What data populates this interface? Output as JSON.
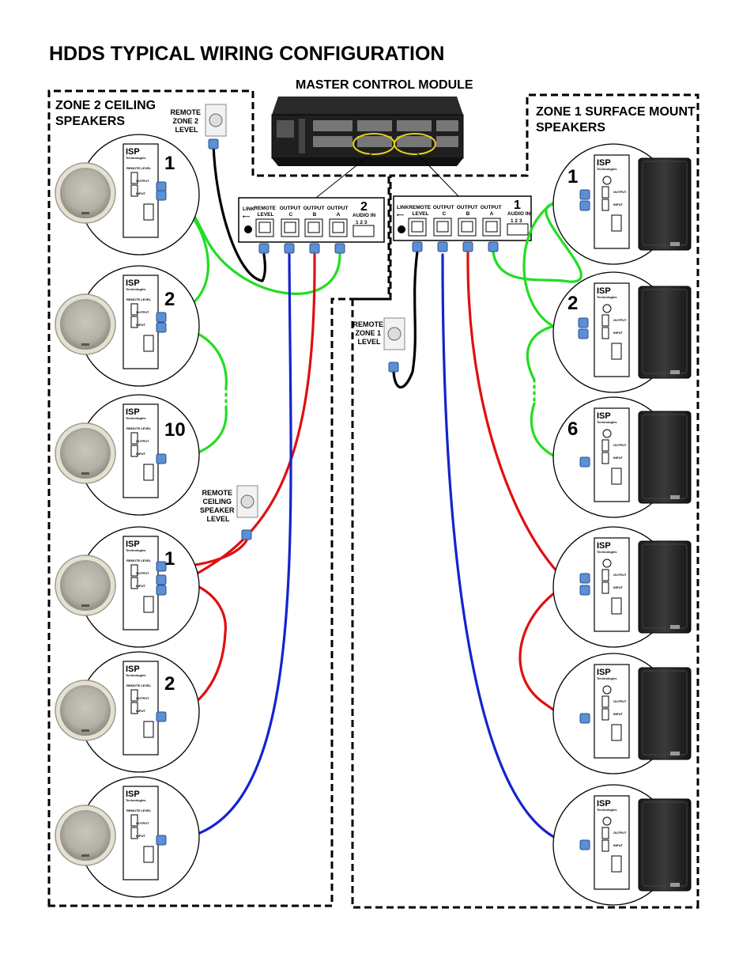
{
  "title": "HDDS TYPICAL WIRING CONFIGURATION",
  "master": {
    "label": "MASTER CONTROL MODULE"
  },
  "zone2": {
    "label_line1": "ZONE 2 CEILING",
    "label_line2": "SPEAKERS",
    "remote": [
      "REMOTE",
      "ZONE 2",
      "LEVEL"
    ],
    "panel": {
      "link": "LINK",
      "remote_level": [
        "REMOTE",
        "LEVEL"
      ],
      "output_c": [
        "OUTPUT",
        "C"
      ],
      "output_b": [
        "OUTPUT",
        "B"
      ],
      "output_a": [
        "OUTPUT",
        "A"
      ],
      "zone_number": "2",
      "audio_in": "AUDIO IN",
      "pins": "1 2 3"
    },
    "speaker_numbers": [
      "1",
      "2",
      "10"
    ],
    "ceiling_remote": [
      "REMOTE",
      "CEILING",
      "SPEAKER",
      "LEVEL"
    ],
    "red_numbers": [
      "1",
      "2"
    ]
  },
  "zone1": {
    "label_line1": "ZONE 1 SURFACE MOUNT",
    "label_line2": "SPEAKERS",
    "remote": [
      "REMOTE",
      "ZONE 1",
      "LEVEL"
    ],
    "panel": {
      "link": "LINK",
      "remote_level": [
        "REMOTE",
        "LEVEL"
      ],
      "output_c": [
        "OUTPUT",
        "C"
      ],
      "output_b": [
        "OUTPUT",
        "B"
      ],
      "output_a": [
        "OUTPUT",
        "A"
      ],
      "zone_number": "1",
      "audio_in": "AUDIO IN",
      "pins": "1 2 3"
    },
    "speaker_numbers": [
      "1",
      "2",
      "6"
    ]
  },
  "speaker_plate": {
    "brand": "ISP",
    "brand_sub": "Technologies",
    "remote_level": "REMOTE LEVEL",
    "output": "OUTPUT",
    "input": "INPUT"
  },
  "colors": {
    "green": "#22dd22",
    "red": "#e01010",
    "blue": "#1424cc",
    "black": "#000000",
    "connector": "#5b8fd6"
  }
}
